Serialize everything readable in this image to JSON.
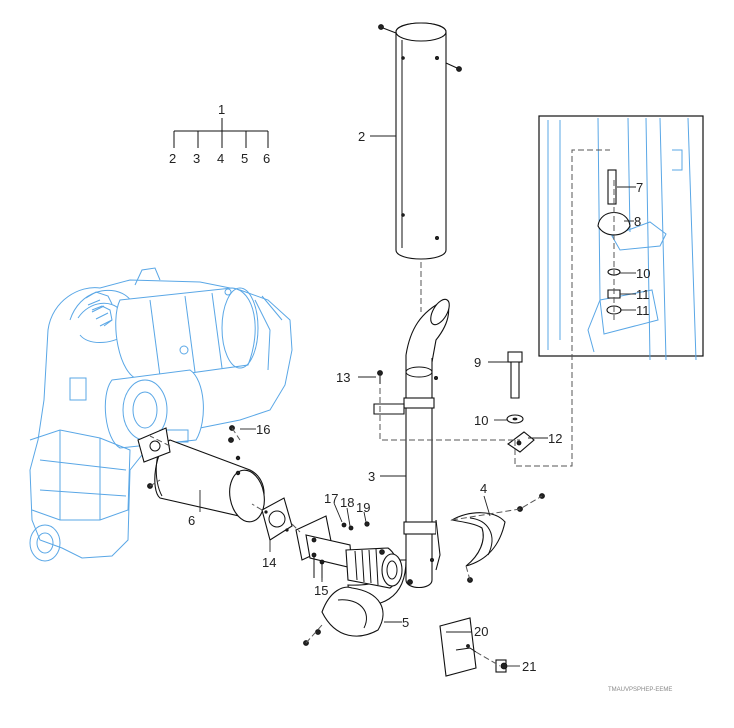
{
  "tree": {
    "root": "1",
    "children": [
      "2",
      "3",
      "4",
      "5",
      "6"
    ]
  },
  "callouts": [
    "2",
    "3",
    "4",
    "5",
    "6",
    "7",
    "8",
    "9",
    "10",
    "10",
    "11",
    "11",
    "12",
    "13",
    "14",
    "15",
    "16",
    "17",
    "18",
    "19",
    "20",
    "21"
  ],
  "code": "TMAUVPSPHEP-EEME",
  "colors": {
    "line": "#111111",
    "engine": "#5aa7e6",
    "background": "#ffffff"
  }
}
